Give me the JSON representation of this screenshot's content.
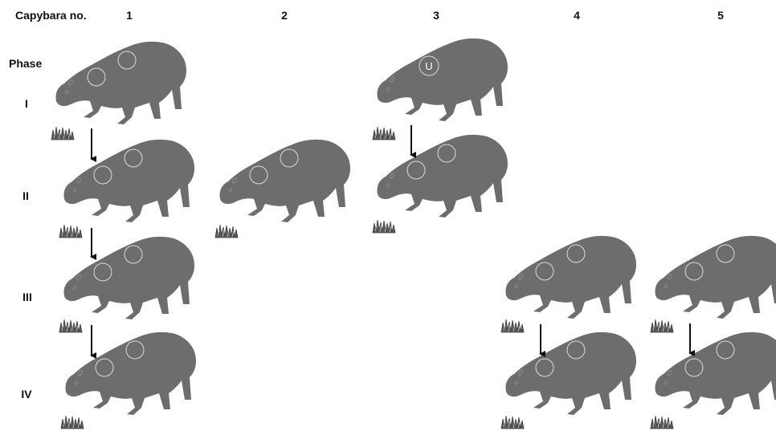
{
  "header": {
    "column_title": "Capybara no.",
    "row_title": "Phase"
  },
  "columns": [
    "1",
    "2",
    "3",
    "4",
    "5"
  ],
  "phases": [
    "I",
    "II",
    "III",
    "IV"
  ],
  "grid": [
    [
      "animal",
      null,
      "animal-u",
      null,
      null
    ],
    [
      "animal",
      "animal",
      "animal",
      null,
      null
    ],
    [
      "animal",
      null,
      null,
      "animal",
      "animal"
    ],
    [
      "animal",
      null,
      null,
      "animal",
      "animal"
    ]
  ],
  "arrows": [
    {
      "col": 1,
      "from": "I",
      "to": "II"
    },
    {
      "col": 1,
      "from": "II",
      "to": "III"
    },
    {
      "col": 1,
      "from": "III",
      "to": "IV"
    },
    {
      "col": 3,
      "from": "I",
      "to": "II"
    },
    {
      "col": 4,
      "from": "III",
      "to": "IV"
    },
    {
      "col": 5,
      "from": "III",
      "to": "IV"
    }
  ],
  "marker_label": "U",
  "colors": {
    "body": "#6b6e6a",
    "body_highlight": "#5f676a",
    "circle_stroke": "#d9dcd8",
    "grass": "#555555",
    "arrow": "#111111"
  },
  "icons": {
    "animal": "capybara-silhouette",
    "food": "grass-tuft-icon",
    "arrow": "down-arrow-icon"
  }
}
